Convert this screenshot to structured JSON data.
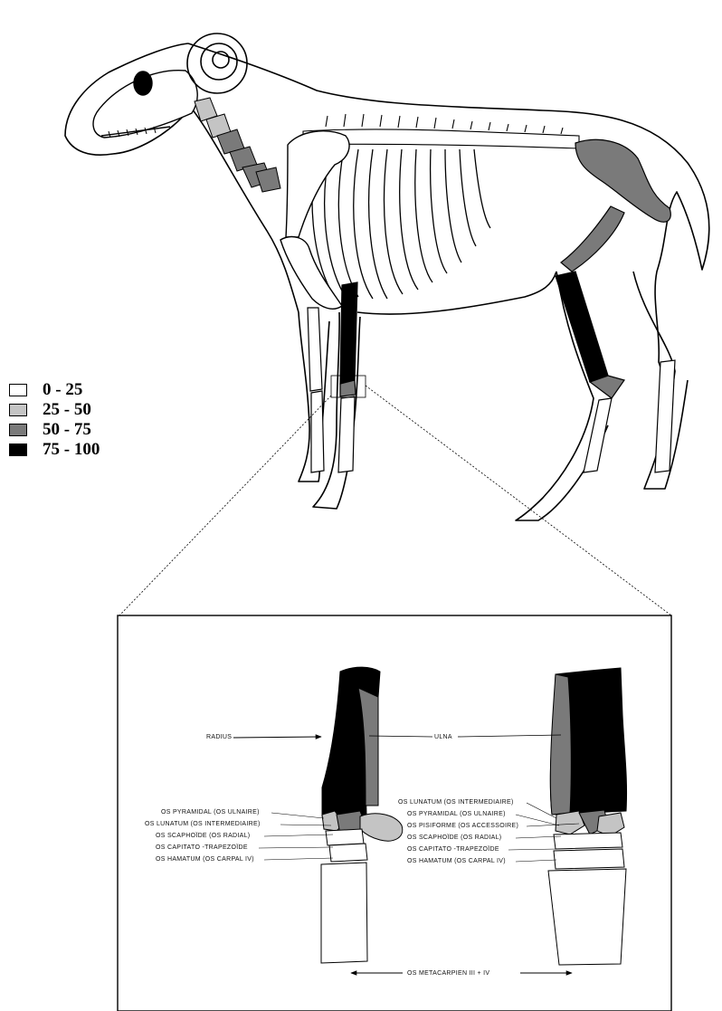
{
  "legend": {
    "items": [
      {
        "label": "0 - 25",
        "color": "#ffffff"
      },
      {
        "label": "25 - 50",
        "color": "#c4c4c4"
      },
      {
        "label": "50 - 75",
        "color": "#7a7a7a"
      },
      {
        "label": "75 - 100",
        "color": "#000000"
      }
    ]
  },
  "detail": {
    "labels": {
      "radius": "RADIUS",
      "ulna": "ULNA",
      "l_pyramidal": "OS PYRAMIDAL (OS ULNAIRE)",
      "l_lunatum": "OS LUNATUM (OS INTERMEDIAIRE)",
      "l_scaphoide": "OS SCAPHOÏDE (OS RADIAL)",
      "l_capitato": "OS CAPITATO -TRAPEZOÏDE",
      "l_hamatum": "OS HAMATUM (OS CARPAL IV)",
      "r_lunatum": "OS LUNATUM (OS INTERMEDIAIRE)",
      "r_pyramidal": "OS PYRAMIDAL (OS ULNAIRE)",
      "r_pisiforme": "OS PISIFORME (OS ACCESSOIRE)",
      "r_scaphoide": "OS SCAPHOÏDE (OS RADIAL)",
      "r_capitato": "OS CAPITATO -TRAPEZOÏDE",
      "r_hamatum": "OS HAMATUM (OS CARPAL IV)",
      "metacarpien": "OS METACARPIEN III + IV"
    }
  }
}
